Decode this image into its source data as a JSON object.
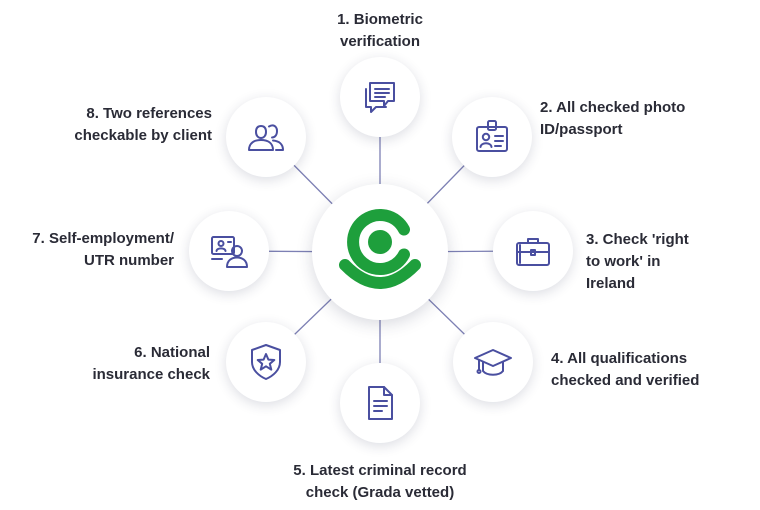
{
  "diagram": {
    "colors": {
      "icon": "#4a4fa0",
      "brand": "#1e9f3c",
      "connector": "#7d80b4",
      "text": "#2a2b36"
    },
    "center": {
      "icon": "brand-logo"
    },
    "items": [
      {
        "label": "1. Biometric\nverification",
        "icon": "chat-bubbles-icon"
      },
      {
        "label": "2. All checked photo\nID/passport",
        "icon": "id-badge-icon"
      },
      {
        "label": "3. Check 'right\nto work' in\nIreland",
        "icon": "briefcase-icon"
      },
      {
        "label": "4. All qualifications\nchecked and verified",
        "icon": "graduation-cap-icon"
      },
      {
        "label": "5. Latest criminal record\ncheck (Grada vetted)",
        "icon": "document-icon"
      },
      {
        "label": "6. National\ninsurance check",
        "icon": "shield-star-icon"
      },
      {
        "label": "7. Self-employment/\nUTR number",
        "icon": "id-card-person-icon"
      },
      {
        "label": "8. Two references\ncheckable by client",
        "icon": "two-users-icon"
      }
    ]
  }
}
